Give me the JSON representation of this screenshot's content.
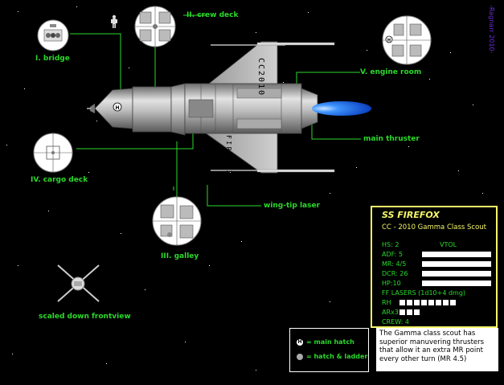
{
  "credit": "-Ragnarr 2010-",
  "labels": {
    "bridge": "I. bridge",
    "crew_deck": "II. crew deck",
    "galley": "III. galley",
    "cargo_deck": "IV. cargo deck",
    "engine_room": "V. engine room",
    "main_thruster": "main thruster",
    "wing_tip_laser": "wing-tip laser",
    "frontview": "scaled down frontview"
  },
  "hull_markings": {
    "top_wing": "CC2010",
    "bottom_wing": "FIREFOX"
  },
  "stats": {
    "title": "SS FIREFOX",
    "subtitle": "CC - 2010  Gamma Class Scout",
    "hs": "HS: 2",
    "vtol": "VTOL",
    "adf": "ADF:  5",
    "mr": "MR: 4/5",
    "dcr": "DCR: 26",
    "hp": "HP:10",
    "lasers": "FF LASERS (1d10+4 dmg)",
    "rh": "RH",
    "arx": "ARx3",
    "crew": "CREW: 4",
    "rh_boxes": 8,
    "arx_boxes": 3
  },
  "legend": {
    "main_hatch": "= main hatch",
    "hatch_ladder": "=  hatch & ladder",
    "main_hatch_glyph": "H"
  },
  "note": "The Gamma class scout has superior manuvering thrusters that allow it an extra MR point every other turn (MR 4.5)",
  "colors": {
    "background": "#000000",
    "label": "#2bd92b",
    "leader": "#2bd92b",
    "hull": "#c8c8c8",
    "panel_border": "#f5f56a",
    "thrust": "#1e7bff",
    "credit": "#6b2bd9"
  }
}
